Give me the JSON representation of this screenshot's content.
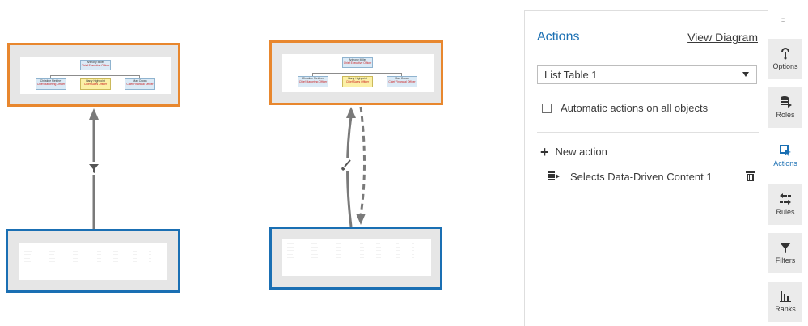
{
  "diagram": {
    "org_chart_thumbnail": {
      "root": {
        "name": "Anthony Miller",
        "role": "Chief Executive Officer"
      },
      "children": [
        {
          "name": "Christine Fletcher",
          "role": "Chief Marketing Officer",
          "highlight": false
        },
        {
          "name": "Harry Highpoint",
          "role": "Chief Sales Officer",
          "highlight": true
        },
        {
          "name": "Max Crown",
          "role": "Chief Financial Officer",
          "highlight": false
        }
      ]
    },
    "connector_icons": {
      "left": "filter-icon",
      "right": "brush-icon"
    },
    "colors": {
      "source_border": "#e8872e",
      "target_border": "#1a6fb3",
      "connector": "#7a7a7a"
    }
  },
  "actions_panel": {
    "title": "Actions",
    "view_diagram_link": "View Diagram",
    "object_select": {
      "selected": "List Table 1"
    },
    "automatic_checkbox": {
      "label": "Automatic actions on all objects",
      "checked": false
    },
    "new_action_label": "New action",
    "actions": [
      {
        "label": "Selects Data-Driven Content 1",
        "icon": "data-driven-content-icon"
      }
    ]
  },
  "right_rail": {
    "tabs": [
      {
        "label": "Options",
        "icon": "options-icon",
        "active": false
      },
      {
        "label": "Roles",
        "icon": "roles-icon",
        "active": false
      },
      {
        "label": "Actions",
        "icon": "actions-icon",
        "active": true
      },
      {
        "label": "Rules",
        "icon": "rules-icon",
        "active": false
      },
      {
        "label": "Filters",
        "icon": "filters-icon",
        "active": false
      },
      {
        "label": "Ranks",
        "icon": "ranks-icon",
        "active": false
      }
    ],
    "accent_color": "#1a6fb3"
  }
}
